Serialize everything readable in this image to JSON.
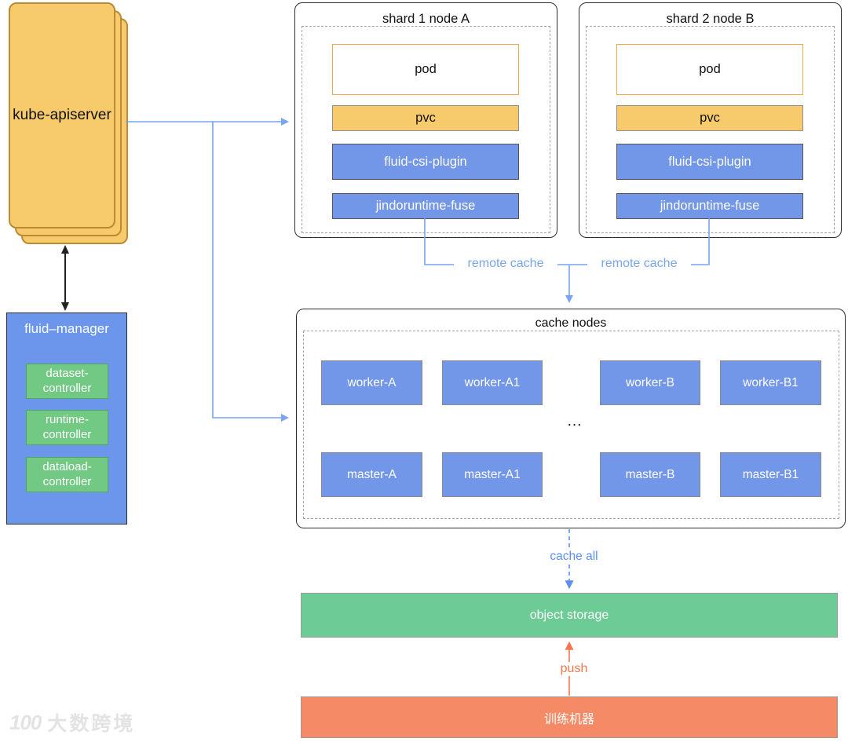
{
  "colors": {
    "yellow_fill": "#F7CA6B",
    "yellow_border": "#BA8B34",
    "blue_fill": "#7296E8",
    "manager_blue": "#6C96EC",
    "green_controller": "#72C983",
    "green_storage": "#6DCB96",
    "coral_training": "#F58B66",
    "wire_blue": "#78A4F0",
    "wire_blue_dark": "#5B8FF0",
    "wire_orange": "#F5764D",
    "panel_border": "#2E2E2E",
    "dashed_border": "#A3A3A3"
  },
  "kube_apiserver": {
    "label": "kube-apiserver"
  },
  "fluid_manager": {
    "title": "fluid–manager",
    "controllers": [
      {
        "label": "dataset-\ncontroller"
      },
      {
        "label": "runtime-\ncontroller"
      },
      {
        "label": "dataload-\ncontroller"
      }
    ]
  },
  "shards": [
    {
      "title": "shard 1 node A",
      "pod": "pod",
      "pvc": "pvc",
      "csi": "fluid-csi-plugin",
      "fuse": "jindoruntime-fuse"
    },
    {
      "title": "shard 2 node B",
      "pod": "pod",
      "pvc": "pvc",
      "csi": "fluid-csi-plugin",
      "fuse": "jindoruntime-fuse"
    }
  ],
  "cache_nodes": {
    "title": "cache nodes",
    "ellipsis": "...",
    "workers": [
      "worker-A",
      "worker-A1",
      "worker-B",
      "worker-B1"
    ],
    "masters": [
      "master-A",
      "master-A1",
      "master-B",
      "master-B1"
    ]
  },
  "edges": {
    "remote_cache_left": "remote cache",
    "remote_cache_right": "remote cache",
    "cache_all": "cache all",
    "push": "push"
  },
  "object_storage": {
    "label": "object storage"
  },
  "training_machine": {
    "label": "训练机器"
  },
  "watermark": {
    "logo": "100",
    "text": "大数跨境"
  }
}
